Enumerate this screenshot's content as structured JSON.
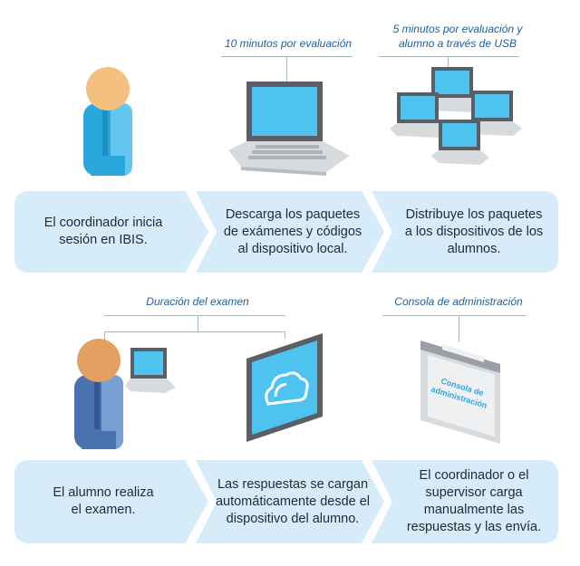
{
  "captions": {
    "time_per_evaluation": "10 minutos por evaluación",
    "usb_time": "5 minutos por evaluación y\nalumno a través de USB",
    "exam_duration": "Duración del examen",
    "admin_console": "Consola de administración"
  },
  "steps": [
    {
      "label": "El coordinador inicia\nsesión en IBIS."
    },
    {
      "label": "Descarga los paquetes\nde exámenes y códigos\nal dispositivo local."
    },
    {
      "label": "Distribuye los paquetes\na los dispositivos de los\nalumnos."
    },
    {
      "label": "El alumno realiza\nel examen."
    },
    {
      "label": "Las respuestas se cargan\nautomáticamente desde el\ndispositivo del alumno."
    },
    {
      "label": "El coordinador o el\nsupervisor carga\nmanualmente las\nrespuestas y las envía."
    }
  ],
  "admin_screen": {
    "line1": "Consola de",
    "line2": "administración"
  },
  "colors": {
    "accent": "#1b5fa3",
    "arrow_fill": "#d6ecf8",
    "screen_blue": "#4fc3f0"
  }
}
